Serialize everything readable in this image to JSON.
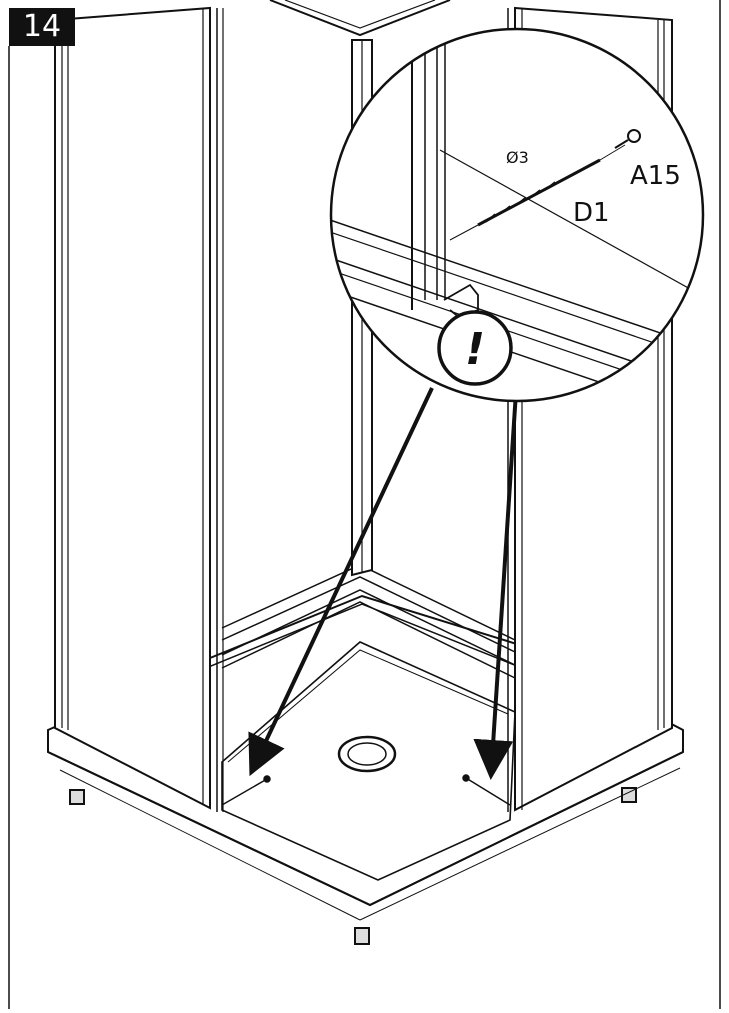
{
  "step": {
    "number": "14"
  },
  "callout": {
    "drill_diameter": "Ø3",
    "drill_part": "D1",
    "screw_part": "A15",
    "warning_symbol": "!"
  }
}
